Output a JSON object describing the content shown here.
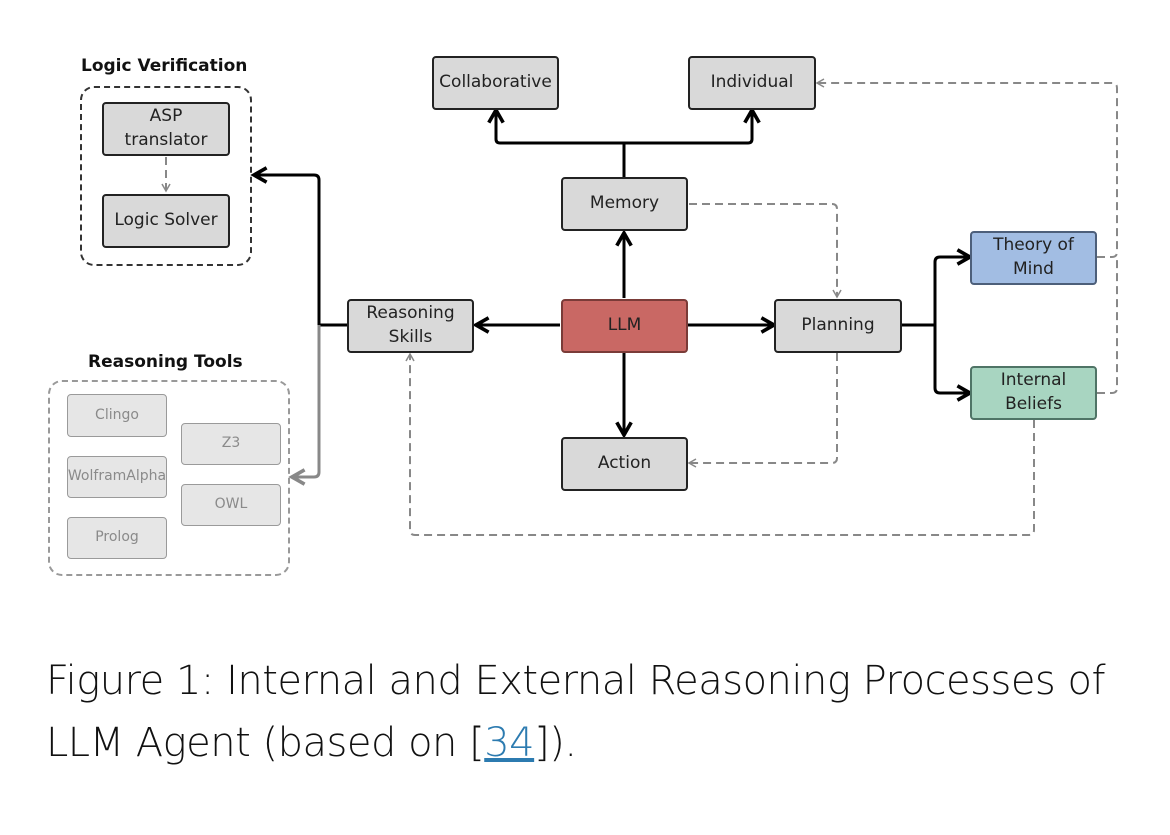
{
  "diagram": {
    "groups": {
      "logic_verification": {
        "title": "Logic Verification"
      },
      "reasoning_tools": {
        "title": "Reasoning Tools"
      }
    },
    "nodes": {
      "asp_translator": "ASP\ntranslator",
      "logic_solver": "Logic Solver",
      "collaborative": "Collaborative",
      "individual": "Individual",
      "memory": "Memory",
      "reasoning_skills": "Reasoning\nSkills",
      "llm": "LLM",
      "planning": "Planning",
      "action": "Action",
      "theory_of_mind": "Theory of\nMind",
      "internal_beliefs": "Internal\nBeliefs"
    },
    "tools": [
      "Clingo",
      "Z3",
      "WolframAlpha",
      "OWL",
      "Prolog"
    ],
    "colors": {
      "llm": "#c96864",
      "theory_of_mind": "#a2bde3",
      "internal_beliefs": "#a8d5c1",
      "default_node": "#d9d9d9",
      "tool_node": "#e6e6e6"
    },
    "edges": [
      {
        "from": "LLM",
        "to": "Memory",
        "style": "solid"
      },
      {
        "from": "LLM",
        "to": "Action",
        "style": "solid"
      },
      {
        "from": "LLM",
        "to": "Reasoning Skills",
        "style": "solid"
      },
      {
        "from": "LLM",
        "to": "Planning",
        "style": "solid"
      },
      {
        "from": "Memory",
        "to": "Collaborative",
        "style": "solid"
      },
      {
        "from": "Memory",
        "to": "Individual",
        "style": "solid"
      },
      {
        "from": "Reasoning Skills",
        "to": "Logic Verification",
        "style": "solid"
      },
      {
        "from": "Reasoning Skills",
        "to": "Reasoning Tools",
        "style": "solid-gray"
      },
      {
        "from": "ASP translator",
        "to": "Logic Solver",
        "style": "dashed"
      },
      {
        "from": "Memory",
        "to": "Planning",
        "style": "dashed"
      },
      {
        "from": "Planning",
        "to": "Action",
        "style": "dashed"
      },
      {
        "from": "Planning",
        "to": "Theory of Mind",
        "style": "solid"
      },
      {
        "from": "Planning",
        "to": "Internal Beliefs",
        "style": "solid"
      },
      {
        "from": "Theory of Mind",
        "to": "Individual",
        "style": "dashed"
      },
      {
        "from": "Internal Beliefs",
        "to": "Individual",
        "style": "dashed"
      },
      {
        "from": "Internal Beliefs",
        "to": "Reasoning Skills",
        "style": "dashed"
      }
    ]
  },
  "caption": {
    "text_before": "Figure 1: Internal and External Reasoning Processes of LLM Agent (based on [",
    "ref": "34",
    "text_after": "])."
  }
}
